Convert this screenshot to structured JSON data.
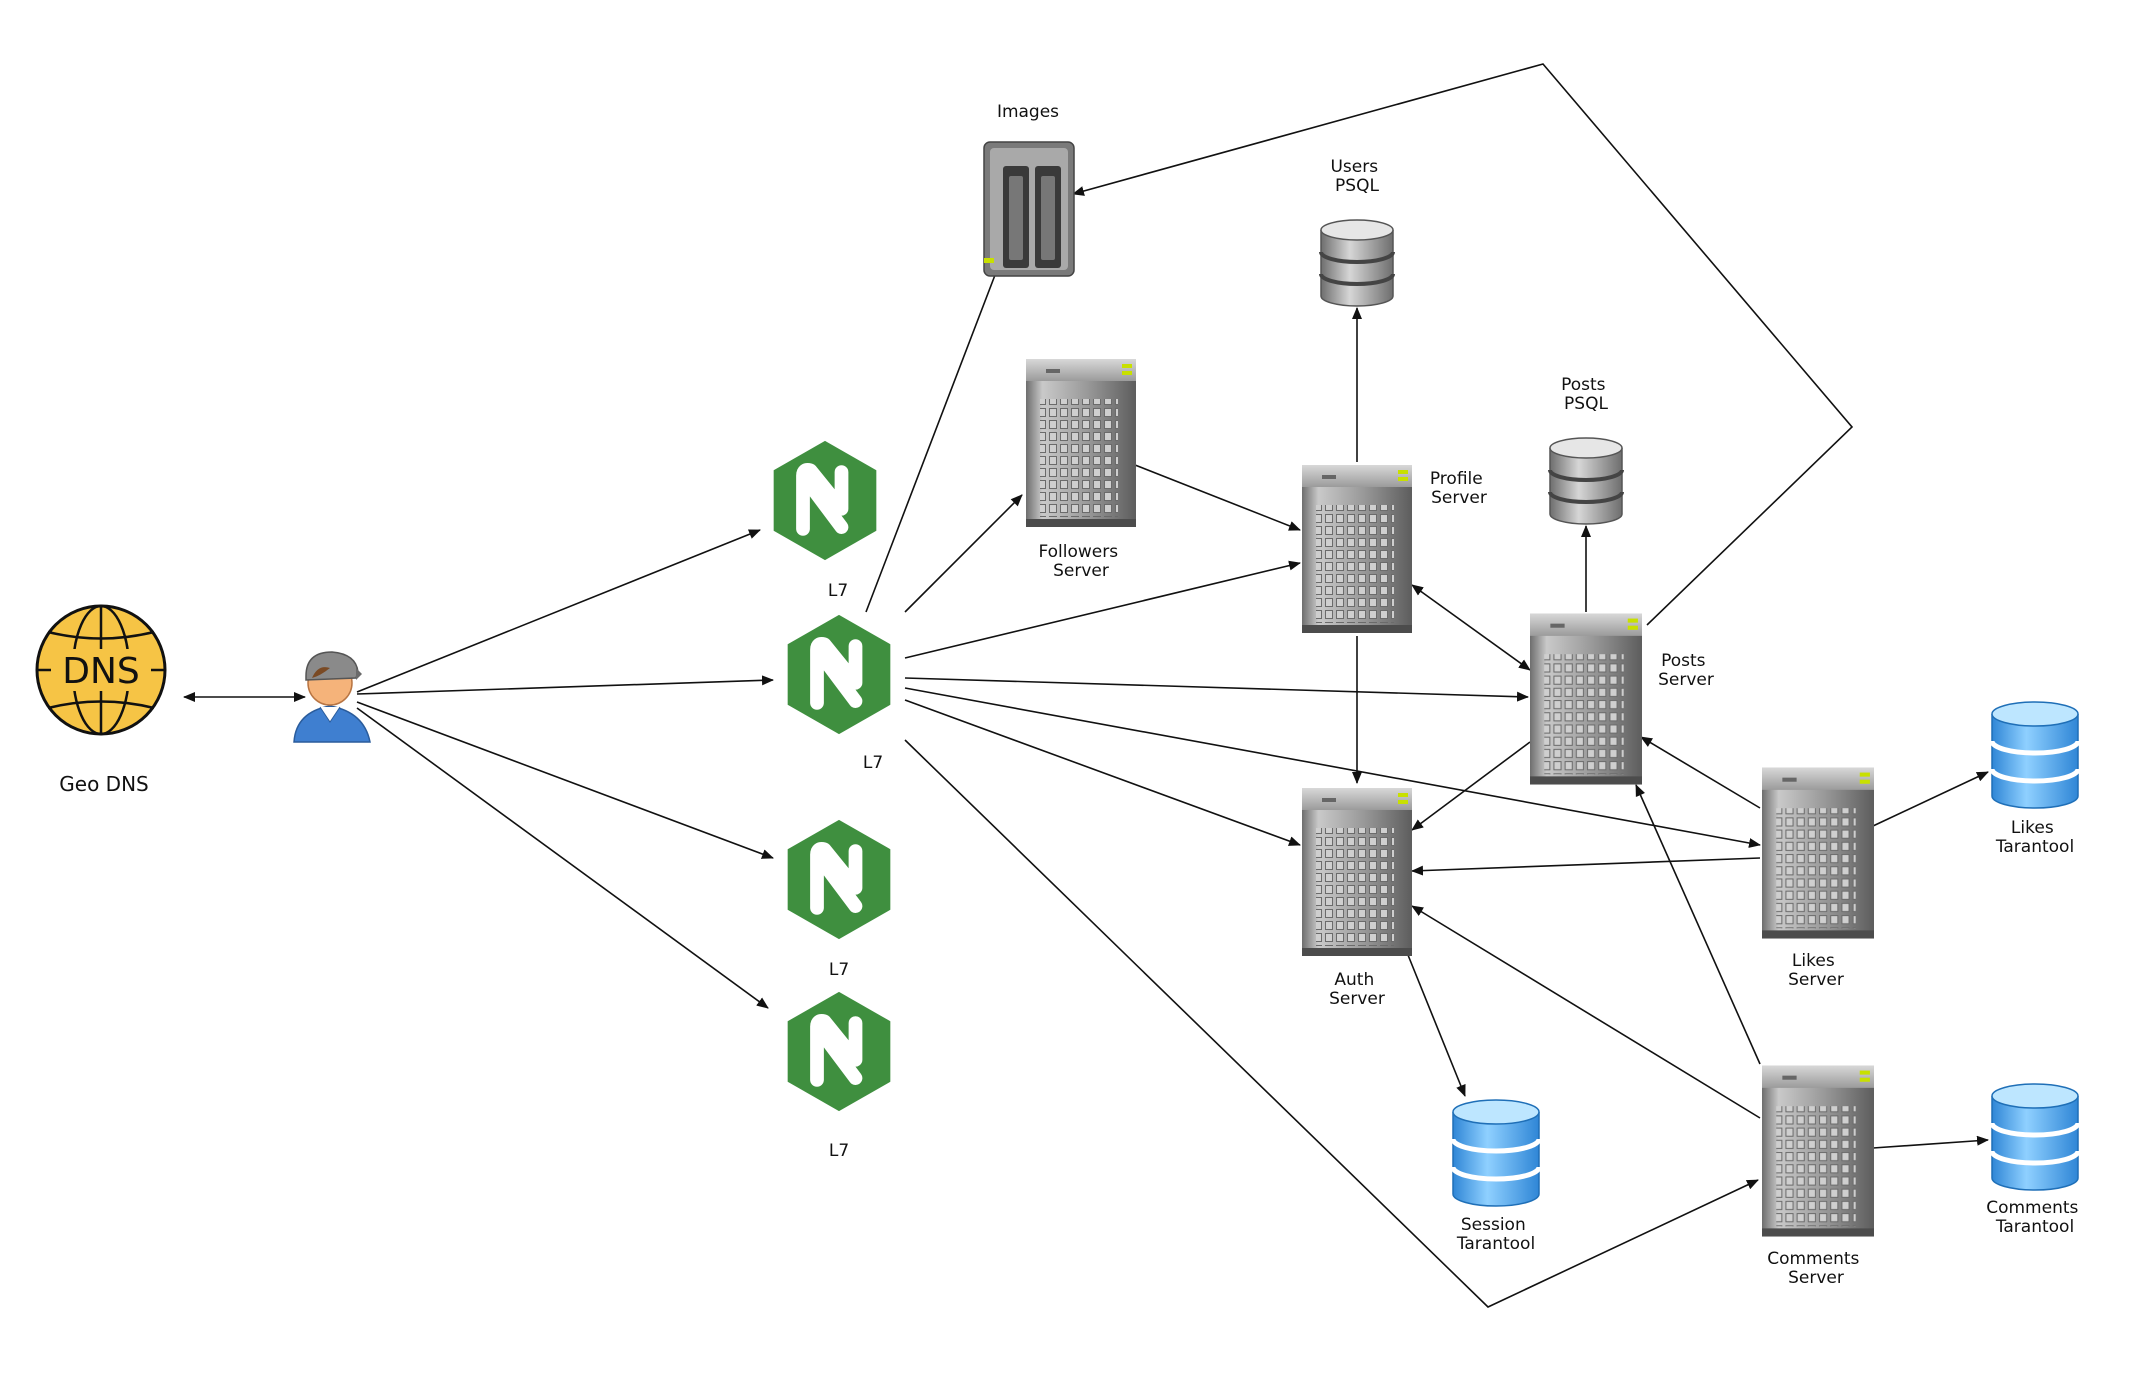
{
  "diagram": {
    "dns": {
      "badge": "DNS",
      "label": "Geo DNS"
    },
    "balancers": [
      {
        "label": "L7"
      },
      {
        "label": "L7"
      },
      {
        "label": "L7"
      },
      {
        "label": "L7"
      }
    ],
    "images": {
      "label": "Images"
    },
    "servers": {
      "followers": [
        "Followers",
        "Server"
      ],
      "profile": [
        "Profile",
        "Server"
      ],
      "posts": [
        "Posts",
        "Server"
      ],
      "auth": [
        "Auth",
        "Server"
      ],
      "likes": [
        "Likes",
        "Server"
      ],
      "comments": [
        "Comments",
        "Server"
      ]
    },
    "databases": {
      "users_psql": [
        "Users",
        "PSQL"
      ],
      "posts_psql": [
        "Posts",
        "PSQL"
      ],
      "session_tarantool": [
        "Session",
        "Tarantool"
      ],
      "likes_tarantool": [
        "Likes",
        "Tarantool"
      ],
      "comments_tarantool": [
        "Comments",
        "Tarantool"
      ]
    },
    "colors": {
      "nginx_green": "#3f8f3f",
      "dns_yellow": "#f6c445",
      "tarantool_blue": "#4aa3e6",
      "psql_gray": "#8c8c8c",
      "server_gray": "#8a8a8a",
      "arrow": "#111111"
    }
  }
}
